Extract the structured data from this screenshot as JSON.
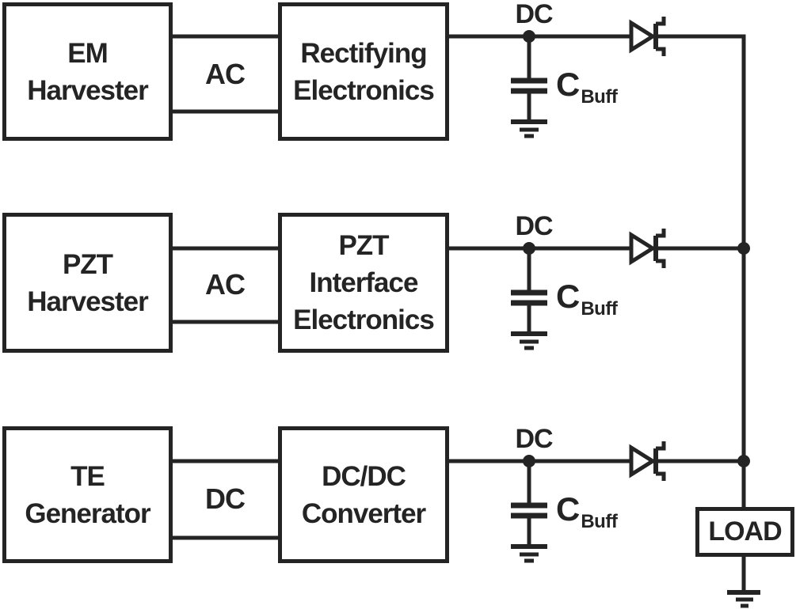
{
  "figure": {
    "title": "Multi-source energy harvesting block diagram",
    "ink_color": "#242424",
    "background_color": "#ffffff"
  },
  "rows": [
    {
      "source": {
        "line1": "EM",
        "line2": "Harvester"
      },
      "link_label": "AC",
      "converter": {
        "line1": "Rectifying",
        "line2": "Electronics"
      },
      "node_label": "DC",
      "cap": {
        "symbol": "C",
        "subscript": "Buff"
      }
    },
    {
      "source": {
        "line1": "PZT",
        "line2": "Harvester"
      },
      "link_label": "AC",
      "converter": {
        "line1": "PZT",
        "line2": "Interface",
        "line3": "Electronics"
      },
      "node_label": "DC",
      "cap": {
        "symbol": "C",
        "subscript": "Buff"
      }
    },
    {
      "source": {
        "line1": "TE",
        "line2": "Generator"
      },
      "link_label": "DC",
      "converter": {
        "line1": "DC/DC",
        "line2": "Converter"
      },
      "node_label": "DC",
      "cap": {
        "symbol": "C",
        "subscript": "Buff"
      }
    }
  ],
  "load": {
    "label": "LOAD"
  }
}
